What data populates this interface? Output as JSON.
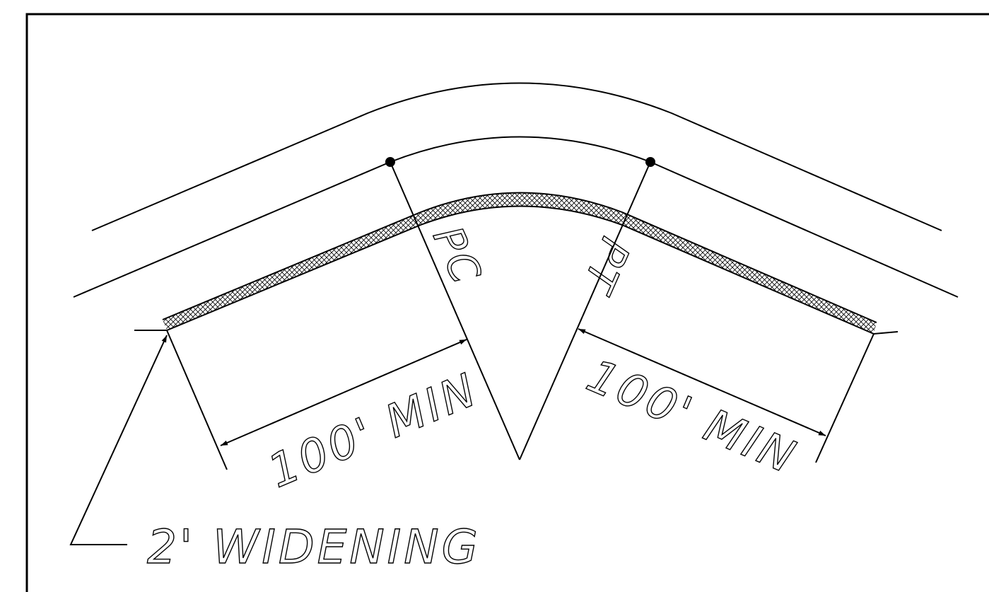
{
  "labels": {
    "pc": "PC",
    "pt": "PT",
    "left_dim": "100' MIN",
    "right_dim": "100' MIN",
    "callout": "2' WIDENING"
  },
  "colors": {
    "line": "#000000",
    "background": "#ffffff"
  }
}
